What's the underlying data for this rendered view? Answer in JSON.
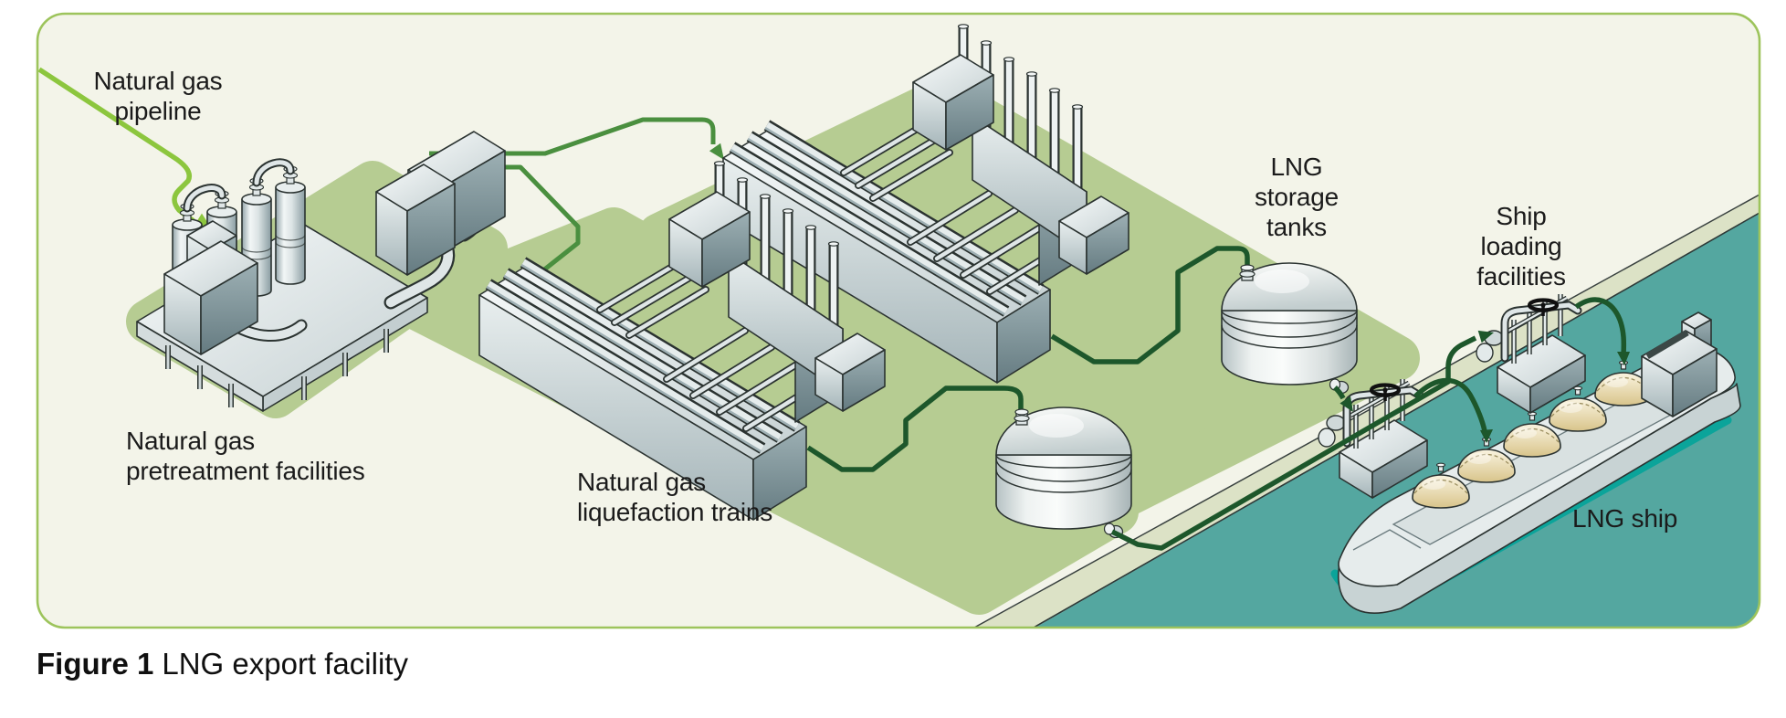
{
  "figure": {
    "caption_label": "Figure 1",
    "caption_text": "LNG export facility"
  },
  "labels": {
    "pipeline": "Natural gas\npipeline",
    "pretreatment": "Natural gas\npretreatment facilities",
    "liquefaction": "Natural gas\nliquefaction trains",
    "storage_tanks": "LNG\nstorage\ntanks",
    "ship_loading": "Ship\nloading\nfacilities",
    "lng_ship": "LNG ship"
  },
  "process_flow": [
    "Natural gas pipeline",
    "Natural gas pretreatment facilities",
    "Natural gas liquefaction trains",
    "LNG storage tanks",
    "Ship loading facilities",
    "LNG ship"
  ],
  "colors": {
    "frame_border": "#9dc45c",
    "frame_background": "#f3f4e9",
    "facility_pad": "#b6cc92",
    "shore_strip": "#dce2c6",
    "water": "#54a7a0",
    "feed_pipeline_green": "#8cc63e",
    "process_pipe_green": "#4a8f3f",
    "lng_pipe_dark_green": "#1d572b",
    "ship_dome_tan": "#ead9a8"
  }
}
